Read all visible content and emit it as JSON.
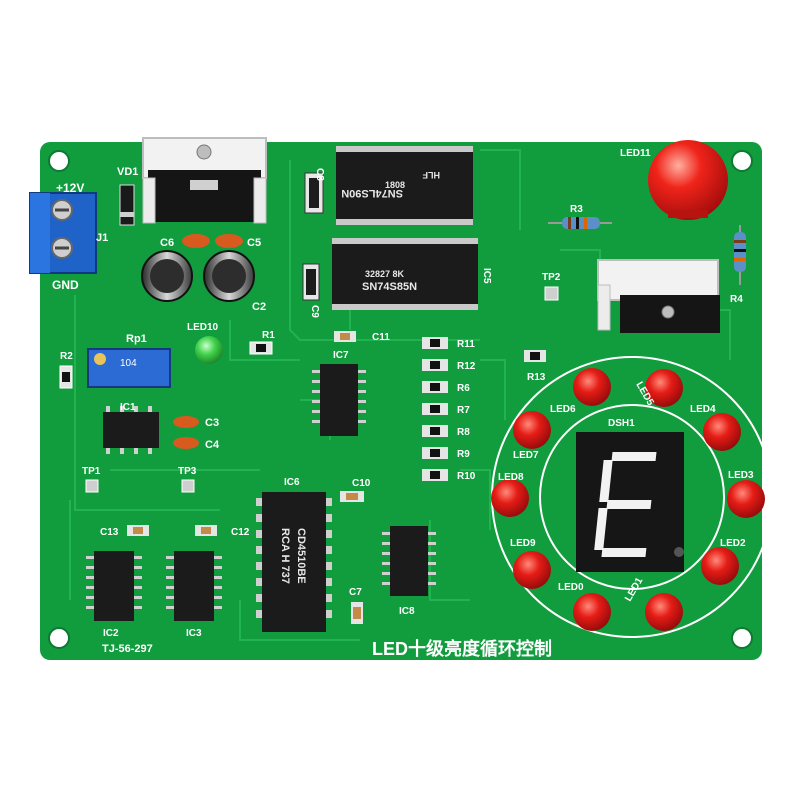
{
  "board": {
    "title_text": "LED十级亮度循环控制",
    "model_text": "TJ-56-297",
    "power_label": "+12V",
    "gnd_label": "GND",
    "connector_label": "J1",
    "diode_label": "VD1"
  },
  "ics": {
    "ic1": "IC1",
    "ic2": "IC2",
    "ic3": "IC3",
    "ic5": "IC5",
    "ic6": "IC6",
    "ic7": "IC7",
    "ic8": "IC8",
    "ic4_marking_1": "SN74LS90N",
    "ic4_marking_2": "1808",
    "ic4_marking_3": "HLF",
    "ic5_marking_1": "SN74S85N",
    "ic5_marking_2": "32827 8K",
    "ic6_marking_1": "CD4510BE",
    "ic6_marking_2": "RCA H 737"
  },
  "parts": {
    "rp1": "Rp1",
    "rp1_value": "104",
    "r1": "R1",
    "r2": "R2",
    "r3": "R3",
    "r4": "R4",
    "r13": "R13",
    "resistor_bank": [
      "R11",
      "R12",
      "R6",
      "R7",
      "R8",
      "R9",
      "R10"
    ],
    "c2": "C2",
    "c3": "C3",
    "c4": "C4",
    "c5": "C5",
    "c6": "C6",
    "c7": "C7",
    "c8": "C8",
    "c9": "C9",
    "c10": "C10",
    "c11": "C11",
    "c12": "C12",
    "c13": "C13",
    "tp1": "TP1",
    "tp2": "TP2",
    "tp3": "TP3",
    "led10": "LED10",
    "led11": "LED11",
    "display": "DSH1"
  },
  "ring_leds": [
    "LED0",
    "LED1",
    "LED2",
    "LED3",
    "LED4",
    "LED5",
    "LED6",
    "LED7",
    "LED8",
    "LED9"
  ],
  "colors": {
    "pcb": "#119c3e",
    "pcb_trace": "#1fae4d",
    "silkscreen": "#ffffff",
    "chip": "#1b1b1b",
    "led_red": "#e01818",
    "led_green": "#3fd14a",
    "terminal_blue": "#1f63c9",
    "heatsink": "#f2f2f2"
  }
}
